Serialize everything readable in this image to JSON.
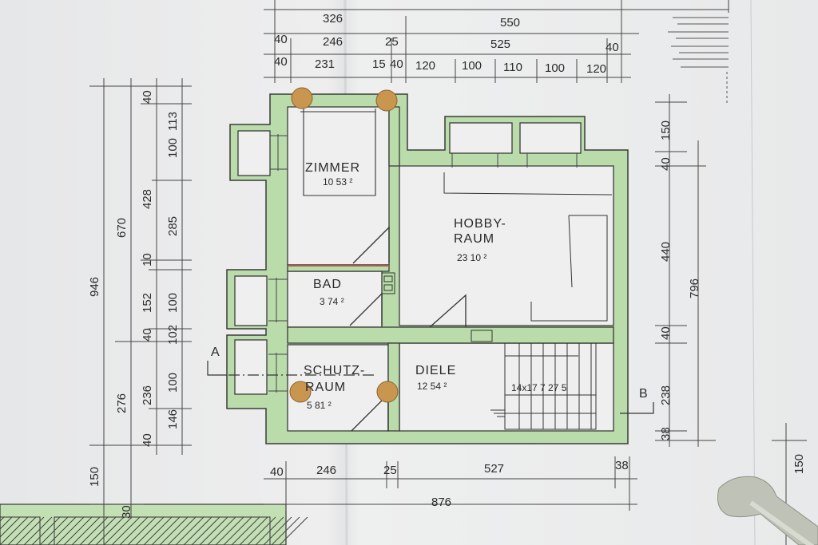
{
  "rooms": {
    "zimmer": {
      "name": "ZIMMER",
      "area": "10 53 ²"
    },
    "hobby": {
      "name1": "HOBBY-",
      "name2": "RAUM",
      "area": "23 10 ²"
    },
    "bad": {
      "name": "BAD",
      "area": "3 74 ²"
    },
    "schutz": {
      "name1": "SCHUTZ-",
      "name2": "RAUM",
      "area": "5 81 ²"
    },
    "diele": {
      "name": "DIELE",
      "area": "12 54 ²"
    }
  },
  "stair": {
    "label": "14x17 7 27 5"
  },
  "sections": {
    "a": "A",
    "b": "B"
  },
  "dims": {
    "top": {
      "r1": [
        "326",
        "550"
      ],
      "r2": [
        "40",
        "246",
        "25",
        "525",
        "40"
      ],
      "r3": [
        "40",
        "231",
        "15",
        "40",
        "120",
        "100",
        "110",
        "100",
        "120"
      ]
    },
    "bottom": {
      "r1": [
        "40",
        "246",
        "25",
        "527",
        "38"
      ],
      "r2": [
        "876"
      ]
    },
    "left": {
      "c1": [
        "946",
        "150"
      ],
      "c2": [
        "670",
        "276",
        "30"
      ],
      "c3": [
        "40",
        "428",
        "10",
        "152",
        "40",
        "236",
        "40"
      ],
      "c4": [
        "113",
        "100",
        "285",
        "100",
        "102",
        "100",
        "146"
      ]
    },
    "right": {
      "c1": [
        "150",
        "40",
        "440",
        "40",
        "238",
        "38"
      ],
      "c2": [
        "796"
      ],
      "edge": [
        "150"
      ]
    }
  }
}
